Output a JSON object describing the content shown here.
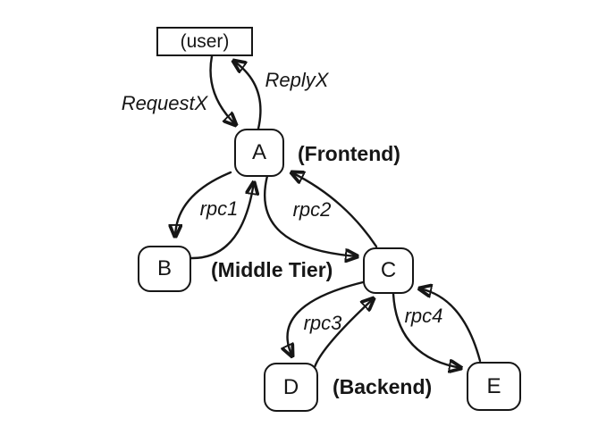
{
  "colors": {
    "ink": "#161616",
    "background": "#ffffff"
  },
  "nodes": {
    "user": {
      "label": "(user)"
    },
    "a": {
      "label": "A"
    },
    "b": {
      "label": "B"
    },
    "c": {
      "label": "C"
    },
    "d": {
      "label": "D"
    },
    "e": {
      "label": "E"
    }
  },
  "edge_labels": {
    "request": "RequestX",
    "reply": "ReplyX",
    "rpc1": "rpc1",
    "rpc2": "rpc2",
    "rpc3": "rpc3",
    "rpc4": "rpc4"
  },
  "tier_labels": {
    "frontend": "(Frontend)",
    "middle": "(Middle Tier)",
    "backend": "(Backend)"
  },
  "edges": [
    {
      "label": "RequestX",
      "from": "(user)",
      "to": "A"
    },
    {
      "label": "ReplyX",
      "from": "A",
      "to": "(user)"
    },
    {
      "label": "rpc1",
      "from": "A",
      "to": "B",
      "return_arrow_to": "A"
    },
    {
      "label": "rpc2",
      "from": "A",
      "to": "C",
      "return_arrow_to": "A"
    },
    {
      "label": "rpc3",
      "from": "C",
      "to": "D",
      "return_arrow_to": "C"
    },
    {
      "label": "rpc4",
      "from": "C",
      "to": "E",
      "return_arrow_to": "C"
    }
  ]
}
